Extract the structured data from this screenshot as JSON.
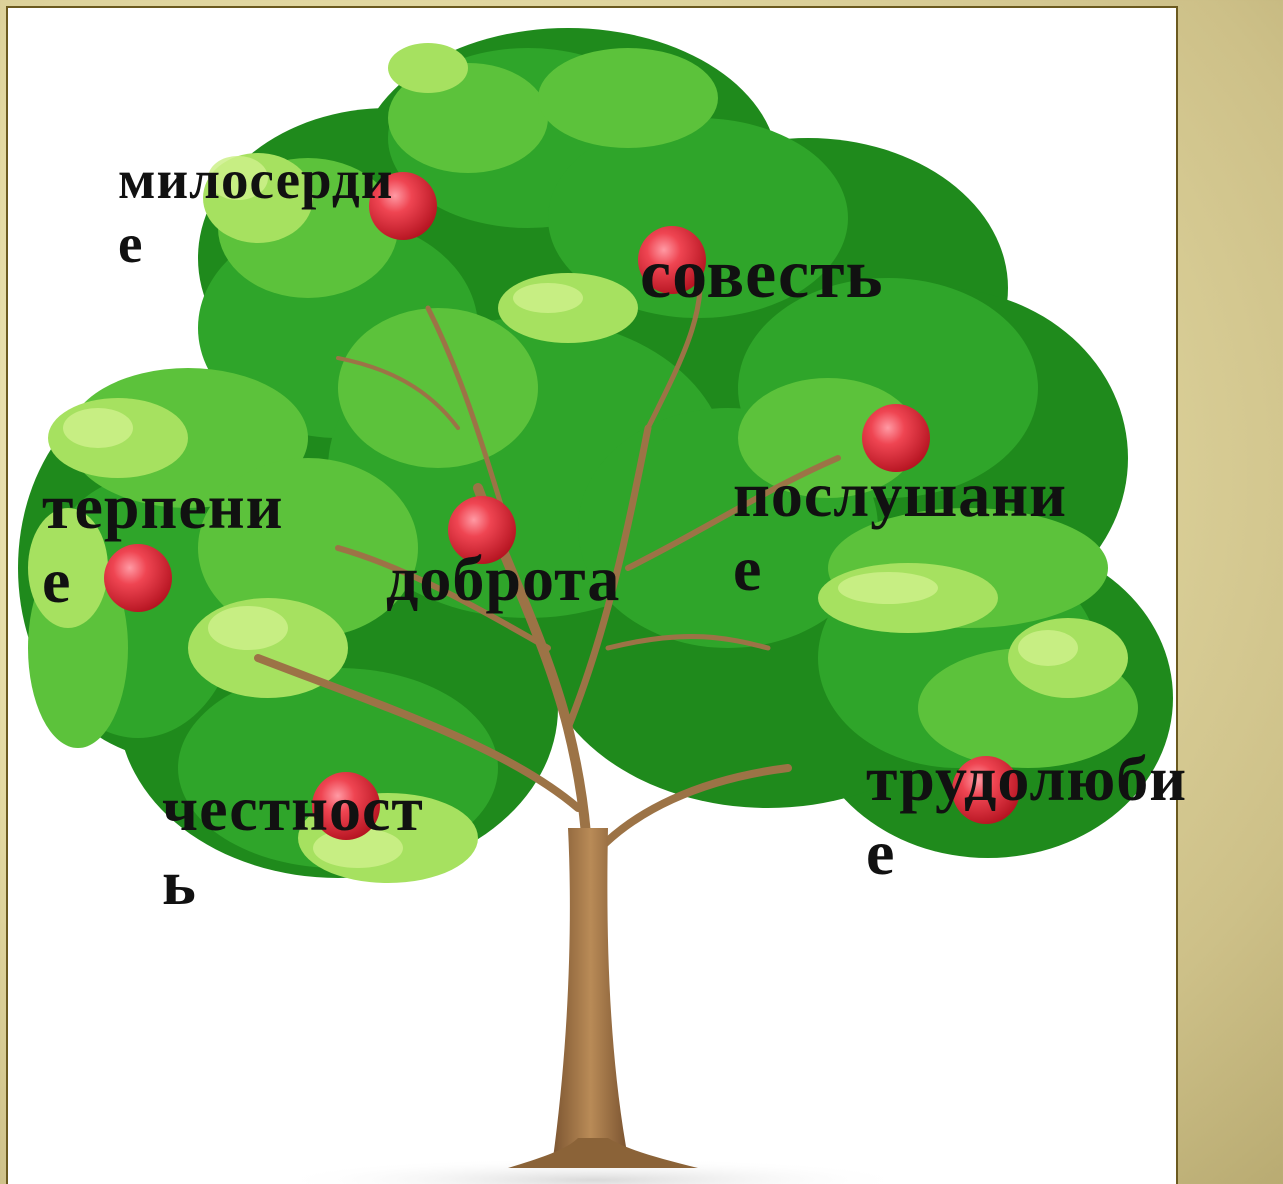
{
  "slide": {
    "labels": {
      "miloserdie": [
        "милосерди",
        "е"
      ],
      "sovest": [
        "совесть"
      ],
      "terpenie": [
        "терпени",
        "е"
      ],
      "dobrota": [
        "доброта"
      ],
      "poslushanie": [
        "послушани",
        "е"
      ],
      "chestnost": [
        "честност",
        "ь"
      ],
      "trudolyubie": [
        "трудолюби",
        "е"
      ]
    },
    "image": {
      "subject": "apple-tree-icon",
      "leaf_colors": [
        "#1f8a1c",
        "#2fa52a",
        "#5cc23b",
        "#93d952",
        "#c4ec7a"
      ],
      "trunk_color": "#a47a4c",
      "apple_color": "#e0303f"
    }
  }
}
